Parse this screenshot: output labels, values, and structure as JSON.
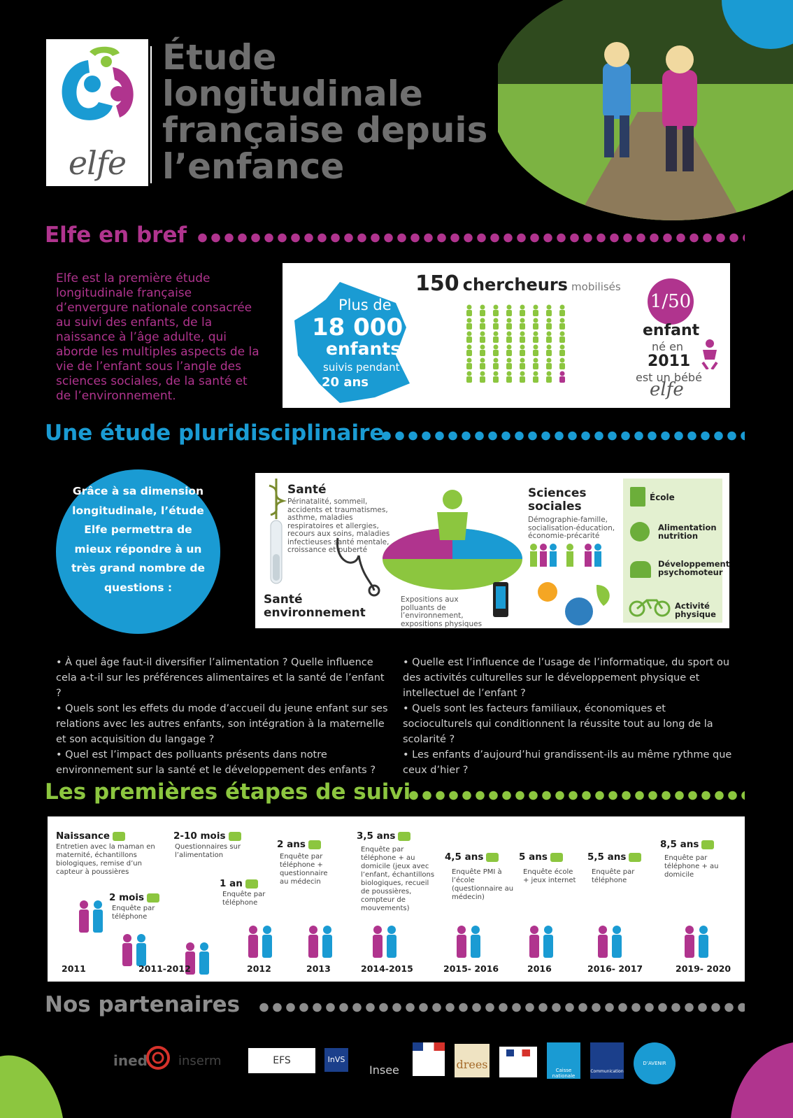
{
  "header": {
    "logo_word": "elfe",
    "title_lines": [
      "Étude",
      "longitudinale",
      "française depuis",
      "l’enfance"
    ]
  },
  "section_bref": {
    "title": "Elfe en bref",
    "text": "Elfe est la première étude longitudinale française d’envergure nationale consacrée au suivi des enfants, de la naissance à l’âge adulte, qui aborde les multiples aspects de la vie de l’enfant sous l’angle des sciences sociales, de la santé et de l’environnement.",
    "map": {
      "line1": "Plus de",
      "line2": "18 000",
      "line3": "enfants",
      "line4": "suivis pendant",
      "line5": "20 ans"
    },
    "researchers": {
      "number": "150",
      "word": "chercheurs",
      "suffix": "mobilisés"
    },
    "ratio": {
      "fraction": "1/50",
      "line1": "enfant",
      "line2": "né en",
      "line3": "2011",
      "line4": "est un bébé",
      "line5": "elfe"
    }
  },
  "section_pluri": {
    "title": "Une étude pluridisciplinaire",
    "circle_text": "Grâce à sa dimension longitudinale, l’étude Elfe permettra de mieux répondre à un très grand nombre de questions :",
    "sante": {
      "title": "Santé",
      "desc": "Périnatalité, sommeil, accidents et traumatismes, asthme, maladies respiratoires et allergies, recours aux soins, maladies infectieuses santé mentale, croissance et puberté"
    },
    "sciences": {
      "title1": "Sciences",
      "title2": "sociales",
      "desc": "Démographie-famille, socialisation-éducation, économie-précarité"
    },
    "sante_env": {
      "title1": "Santé",
      "title2": "environnement",
      "desc": "Expositions aux polluants de l’environnement, expositions physiques"
    },
    "side_items": [
      {
        "label": "École"
      },
      {
        "label": "Alimentation nutrition"
      },
      {
        "label": "Développement psychomoteur"
      },
      {
        "label": "Activité physique"
      }
    ],
    "questions_left": [
      "• À quel âge faut-il diversifier l’alimentation ? Quelle influence cela a-t-il sur les préférences alimentaires et la santé de l’enfant ?",
      "• Quels sont les effets du mode d’accueil du jeune enfant sur ses relations avec les autres enfants, son intégration à la maternelle et son acquisition du langage ?",
      "• Quel est l’impact des polluants présents dans notre environnement sur la santé et le développement des enfants ?"
    ],
    "questions_right": [
      "• Quelle est l’influence de l’usage de l’informatique, du sport ou des activités culturelles sur le développement physique et intellectuel de l’enfant ?",
      "• Quels sont les facteurs familiaux, économiques et socioculturels qui conditionnent la réussite tout au long de la scolarité ?",
      "• Les enfants d’aujourd’hui grandissent-ils au même rythme que ceux d’hier ?"
    ]
  },
  "section_etapes": {
    "title": "Les premières étapes de suivi",
    "steps": [
      {
        "label": "Naissance",
        "desc": "Entretien avec la maman en maternité, échantillons biologiques, remise d’un capteur à poussières",
        "year": "2011"
      },
      {
        "label": "2 mois",
        "desc": "Enquête par téléphone",
        "year": ""
      },
      {
        "label": "2-10 mois",
        "desc": "Questionnaires sur l’alimentation",
        "year": "2011-2012"
      },
      {
        "label": "1 an",
        "desc": "Enquête par téléphone",
        "year": "2012"
      },
      {
        "label": "2 ans",
        "desc": "Enquête par téléphone + questionnaire au médecin",
        "year": "2013"
      },
      {
        "label": "3,5 ans",
        "desc": "Enquête par téléphone + au domicile (jeux avec l’enfant, échantillons biologiques, recueil de poussières, compteur de mouvements)",
        "year": "2014-2015"
      },
      {
        "label": "4,5 ans",
        "desc": "Enquête PMI à l’école (questionnaire au médecin)",
        "year": "2015- 2016"
      },
      {
        "label": "5 ans",
        "desc": "Enquête école + jeux internet",
        "year": "2016"
      },
      {
        "label": "5,5 ans",
        "desc": "Enquête par téléphone",
        "year": "2016- 2017"
      },
      {
        "label": "8,5 ans",
        "desc": "Enquête par téléphone + au domicile",
        "year": "2019- 2020"
      }
    ]
  },
  "section_partenaires": {
    "title": "Nos partenaires",
    "logos": [
      "ined",
      "inserm",
      "EFS",
      "InVS",
      "Insee",
      "drees",
      "Caisse nationale",
      "Communication",
      "D’AVENIR"
    ]
  },
  "colors": {
    "purple": "#b0348e",
    "blue": "#1a9bd3",
    "green": "#8cc63f",
    "grey": "#6f6f6f"
  }
}
